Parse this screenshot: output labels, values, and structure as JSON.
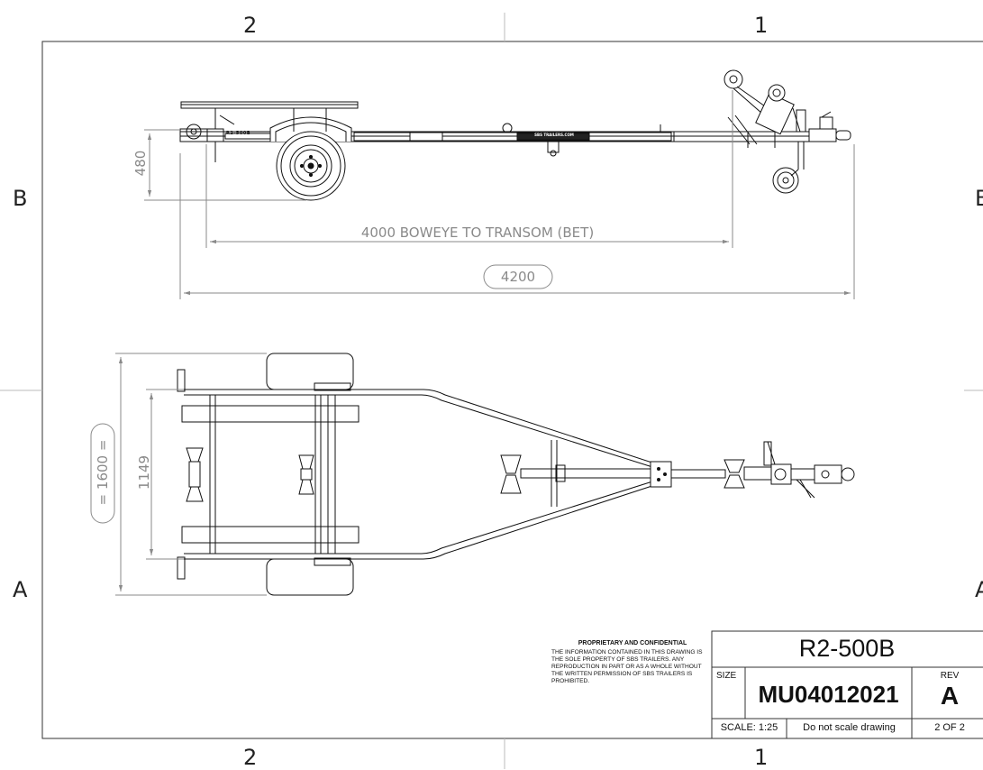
{
  "zones": {
    "top_left": "2",
    "top_right": "1",
    "bottom_left": "2",
    "bottom_right": "1",
    "left_upper": "B",
    "left_lower": "A",
    "right_upper": "B",
    "right_lower": "A"
  },
  "side_view": {
    "height_dim": "480",
    "bet_dim": "4000 BOWEYE TO TRANSOM (BET)",
    "overall_length": "4200",
    "trailer_label": "R2-500B",
    "decal_text": "SBS TRAILERS.COM"
  },
  "top_view": {
    "overall_width": "= 1600 =",
    "inner_width": "1149"
  },
  "confidential": {
    "heading": "PROPRIETARY AND CONFIDENTIAL",
    "body": "THE INFORMATION CONTAINED IN THIS DRAWING IS THE SOLE PROPERTY OF SBS TRAILERS.  ANY REPRODUCTION IN PART OR AS A WHOLE WITHOUT THE WRITTEN PERMISSION OF SBS TRAILERS IS PROHIBITED."
  },
  "title_block": {
    "title": "R2-500B",
    "size_label": "SIZE",
    "drawing_number": "MU04012021",
    "rev_label": "REV",
    "rev": "A",
    "scale": "SCALE: 1:25",
    "note": "Do not scale drawing",
    "sheet": "2 OF 2"
  }
}
